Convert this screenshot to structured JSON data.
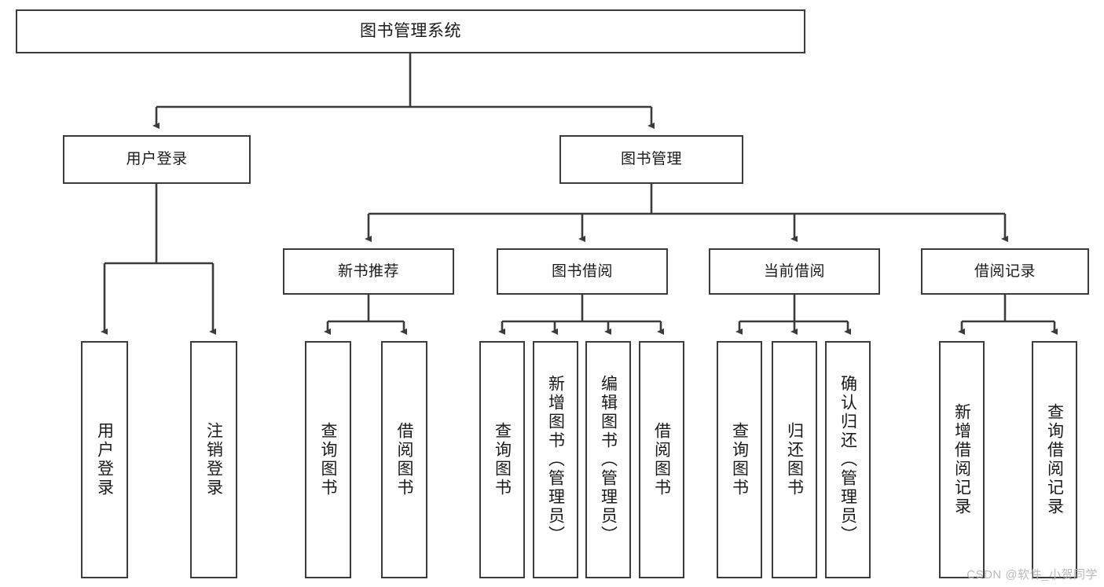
{
  "diagram": {
    "title": "图书管理系统",
    "type": "tree",
    "watermark": "CSDN @软件_小贺同学",
    "colors": {
      "stroke": "#3b3b3b",
      "fill": "#ffffff",
      "text": "#1a1a1a",
      "watermark": "#b9b9b9"
    },
    "nodes": {
      "root": {
        "label": "图书管理系统"
      },
      "level2": [
        {
          "id": "user-login",
          "label": "用户登录"
        },
        {
          "id": "book-admin",
          "label": "图书管理"
        }
      ],
      "level3": [
        {
          "id": "new-book-rec",
          "label": "新书推荐"
        },
        {
          "id": "book-borrow",
          "label": "图书借阅"
        },
        {
          "id": "current-borrow",
          "label": "当前借阅"
        },
        {
          "id": "borrow-record",
          "label": "借阅记录"
        }
      ],
      "leaves": {
        "user-login": [
          {
            "id": "leaf-user-login",
            "label": "用户登录"
          },
          {
            "id": "leaf-logout",
            "label": "注销登录"
          }
        ],
        "new-book-rec": [
          {
            "id": "leaf-query-book-1",
            "label": "查询图书"
          },
          {
            "id": "leaf-borrow-book-1",
            "label": "借阅图书"
          }
        ],
        "book-borrow": [
          {
            "id": "leaf-query-book-2",
            "label": "查询图书"
          },
          {
            "id": "leaf-add-book",
            "label": "新增图书（管理员）"
          },
          {
            "id": "leaf-edit-book",
            "label": "编辑图书（管理员）"
          },
          {
            "id": "leaf-borrow-book-2",
            "label": "借阅图书"
          }
        ],
        "current-borrow": [
          {
            "id": "leaf-query-book-3",
            "label": "查询图书"
          },
          {
            "id": "leaf-return-book",
            "label": "归还图书"
          },
          {
            "id": "leaf-confirm-return",
            "label": "确认归还（管理员）"
          }
        ],
        "borrow-record": [
          {
            "id": "leaf-add-record",
            "label": "新增借阅记录"
          },
          {
            "id": "leaf-query-record",
            "label": "查询借阅记录"
          }
        ]
      }
    }
  }
}
